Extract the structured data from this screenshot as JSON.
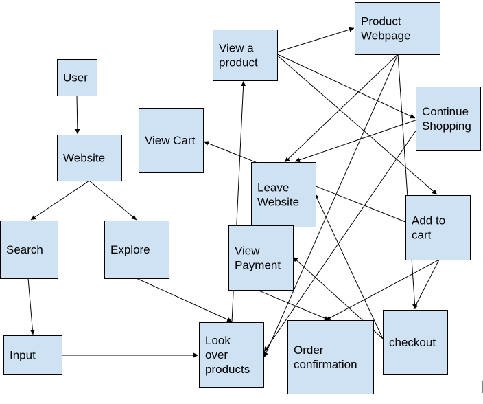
{
  "colors": {
    "node_fill": "#cfe2f3",
    "node_stroke": "#000000",
    "edge": "#000000"
  },
  "nodes": [
    {
      "id": "user",
      "lines": [
        "User"
      ]
    },
    {
      "id": "website",
      "lines": [
        "Website"
      ]
    },
    {
      "id": "search",
      "lines": [
        "Search"
      ]
    },
    {
      "id": "explore",
      "lines": [
        "Explore"
      ]
    },
    {
      "id": "input",
      "lines": [
        "Input"
      ]
    },
    {
      "id": "look-over-products",
      "lines": [
        "Look",
        "over",
        "products"
      ]
    },
    {
      "id": "view-a-product",
      "lines": [
        "View a",
        "product"
      ]
    },
    {
      "id": "product-webpage",
      "lines": [
        "Product",
        "Webpage"
      ]
    },
    {
      "id": "continue-shopping",
      "lines": [
        "Continue",
        "Shopping"
      ]
    },
    {
      "id": "view-cart",
      "lines": [
        "View Cart"
      ]
    },
    {
      "id": "leave-website",
      "lines": [
        "Leave",
        "Website"
      ]
    },
    {
      "id": "add-to-cart",
      "lines": [
        "Add to",
        "cart"
      ]
    },
    {
      "id": "view-payment",
      "lines": [
        "View",
        "Payment"
      ]
    },
    {
      "id": "order-confirmation",
      "lines": [
        "Order",
        "confirmation"
      ]
    },
    {
      "id": "checkout",
      "lines": [
        "checkout"
      ]
    }
  ],
  "edges": [
    {
      "from": "user",
      "to": "website"
    },
    {
      "from": "website",
      "to": "search"
    },
    {
      "from": "website",
      "to": "explore"
    },
    {
      "from": "search",
      "to": "input"
    },
    {
      "from": "input",
      "to": "look-over-products"
    },
    {
      "from": "explore",
      "to": "look-over-products"
    },
    {
      "from": "look-over-products",
      "to": "view-a-product"
    },
    {
      "from": "view-a-product",
      "to": "product-webpage"
    },
    {
      "from": "view-a-product",
      "to": "continue-shopping"
    },
    {
      "from": "view-a-product",
      "to": "add-to-cart"
    },
    {
      "from": "product-webpage",
      "to": "leave-website"
    },
    {
      "from": "product-webpage",
      "to": "look-over-products"
    },
    {
      "from": "product-webpage",
      "to": "checkout"
    },
    {
      "from": "continue-shopping",
      "to": "leave-website"
    },
    {
      "from": "continue-shopping",
      "to": "look-over-products"
    },
    {
      "from": "add-to-cart",
      "to": "view-cart"
    },
    {
      "from": "add-to-cart",
      "to": "checkout"
    },
    {
      "from": "add-to-cart",
      "to": "order-confirmation"
    },
    {
      "from": "view-payment",
      "to": "order-confirmation"
    },
    {
      "from": "checkout",
      "to": "view-payment"
    },
    {
      "from": "checkout",
      "to": "leave-website"
    }
  ]
}
